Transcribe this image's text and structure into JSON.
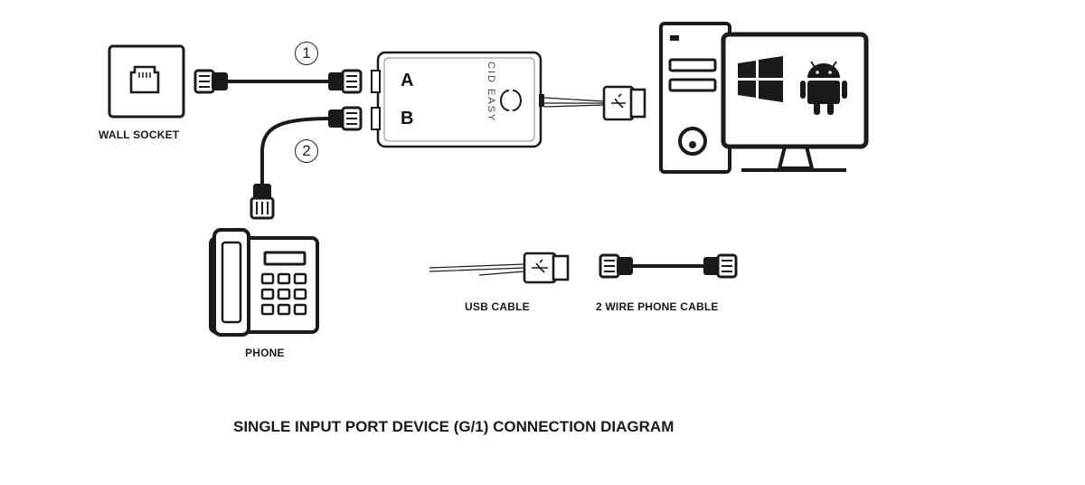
{
  "diagram": {
    "title": "SINGLE INPUT PORT DEVICE (G/1) CONNECTION DIAGRAM",
    "nodes": {
      "wall_socket": {
        "label": "WALL SOCKET"
      },
      "phone": {
        "label": "PHONE"
      },
      "device": {
        "brand": "CID EASY",
        "port_a": "A",
        "port_b": "B"
      },
      "computer": {
        "os_icons": [
          "windows-logo-icon",
          "android-logo-icon"
        ]
      }
    },
    "connections": [
      {
        "number": "1",
        "from": "wall_socket",
        "to": "device.port_a"
      },
      {
        "number": "2",
        "from": "phone",
        "to": "device.port_b"
      },
      {
        "from": "device",
        "to": "computer"
      }
    ],
    "legend": {
      "usb_cable": "USB CABLE",
      "phone_cable": "2 WIRE PHONE CABLE"
    },
    "colors": {
      "stroke": "#1a1a1a",
      "background": "#ffffff"
    }
  }
}
